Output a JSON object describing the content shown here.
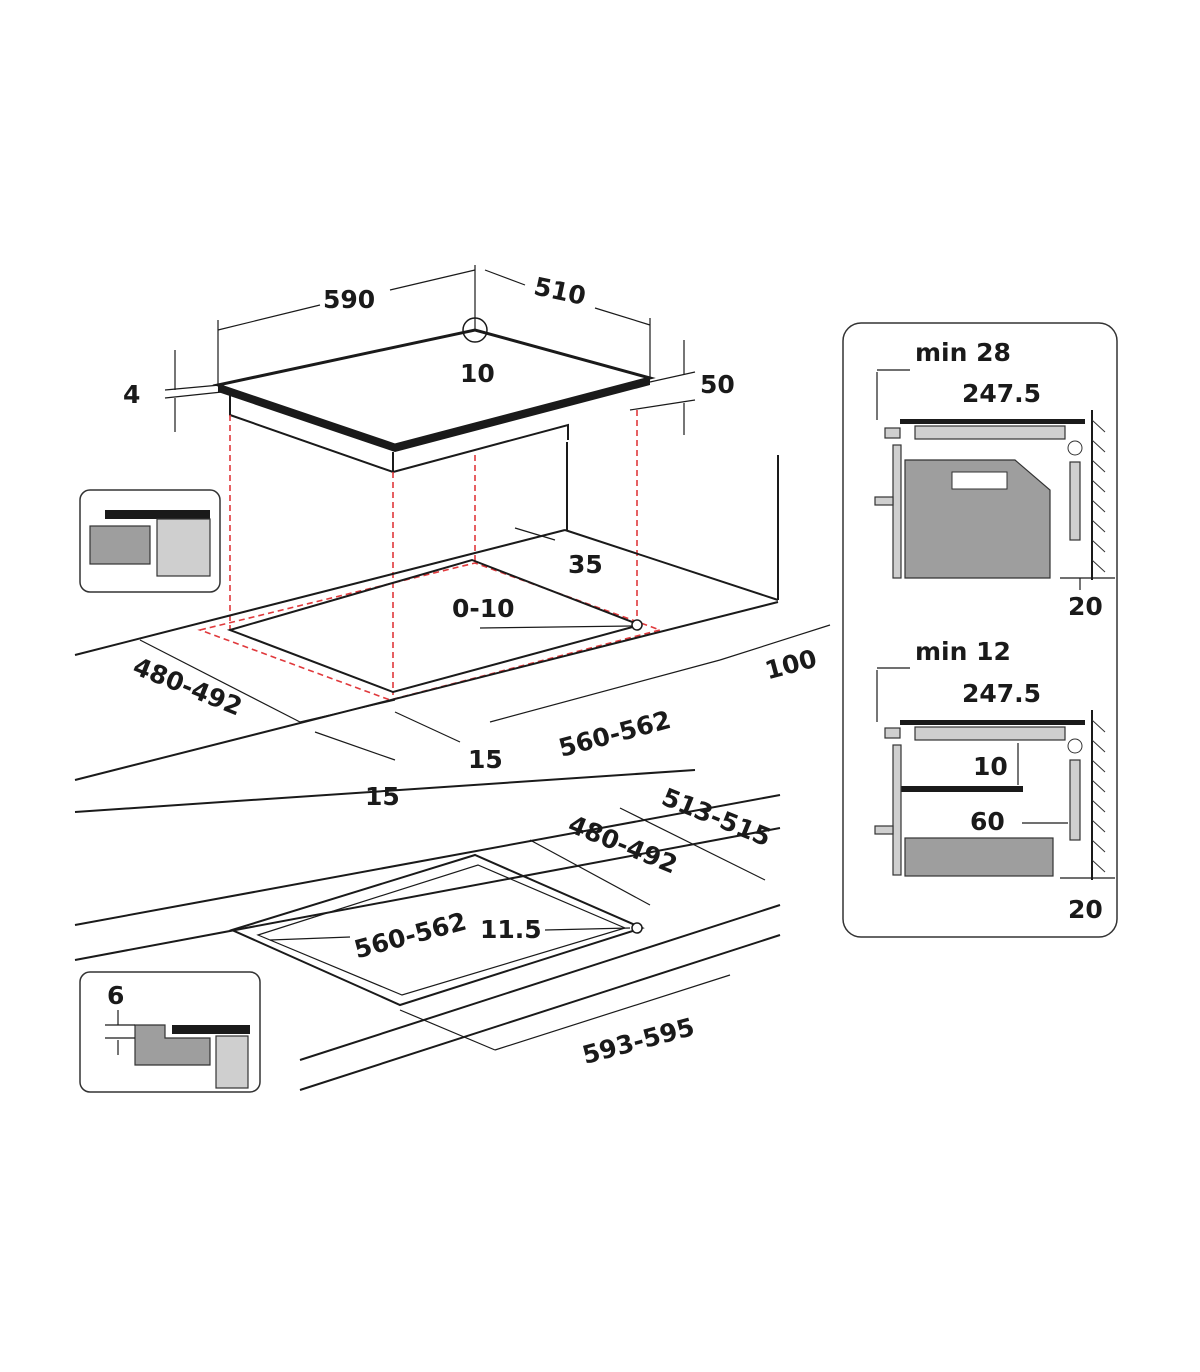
{
  "main_view": {
    "width": "590",
    "depth": "510",
    "corner_radius": "10",
    "glass_thickness": "4",
    "height": "50",
    "rear_clearance": "35",
    "cutout_corner": "0-10",
    "wall_clearance": "100",
    "cutout_depth": "480-492",
    "cutout_width": "560-562",
    "front_margin_a": "15",
    "front_margin_b": "15"
  },
  "flush_view": {
    "recess_outer_depth": "513-515",
    "cutout_depth": "480-492",
    "cutout_width": "560-562",
    "corner_radius": "11.5",
    "recess_outer_width": "593-595",
    "recess_depth": "6"
  },
  "side_panel_top": {
    "min_label": "min 28",
    "depth": "247.5",
    "wall_gap": "20"
  },
  "side_panel_bottom": {
    "min_label": "min 12",
    "depth": "247.5",
    "shelf_gap": "10",
    "rear_gap": "60",
    "wall_gap": "20"
  }
}
